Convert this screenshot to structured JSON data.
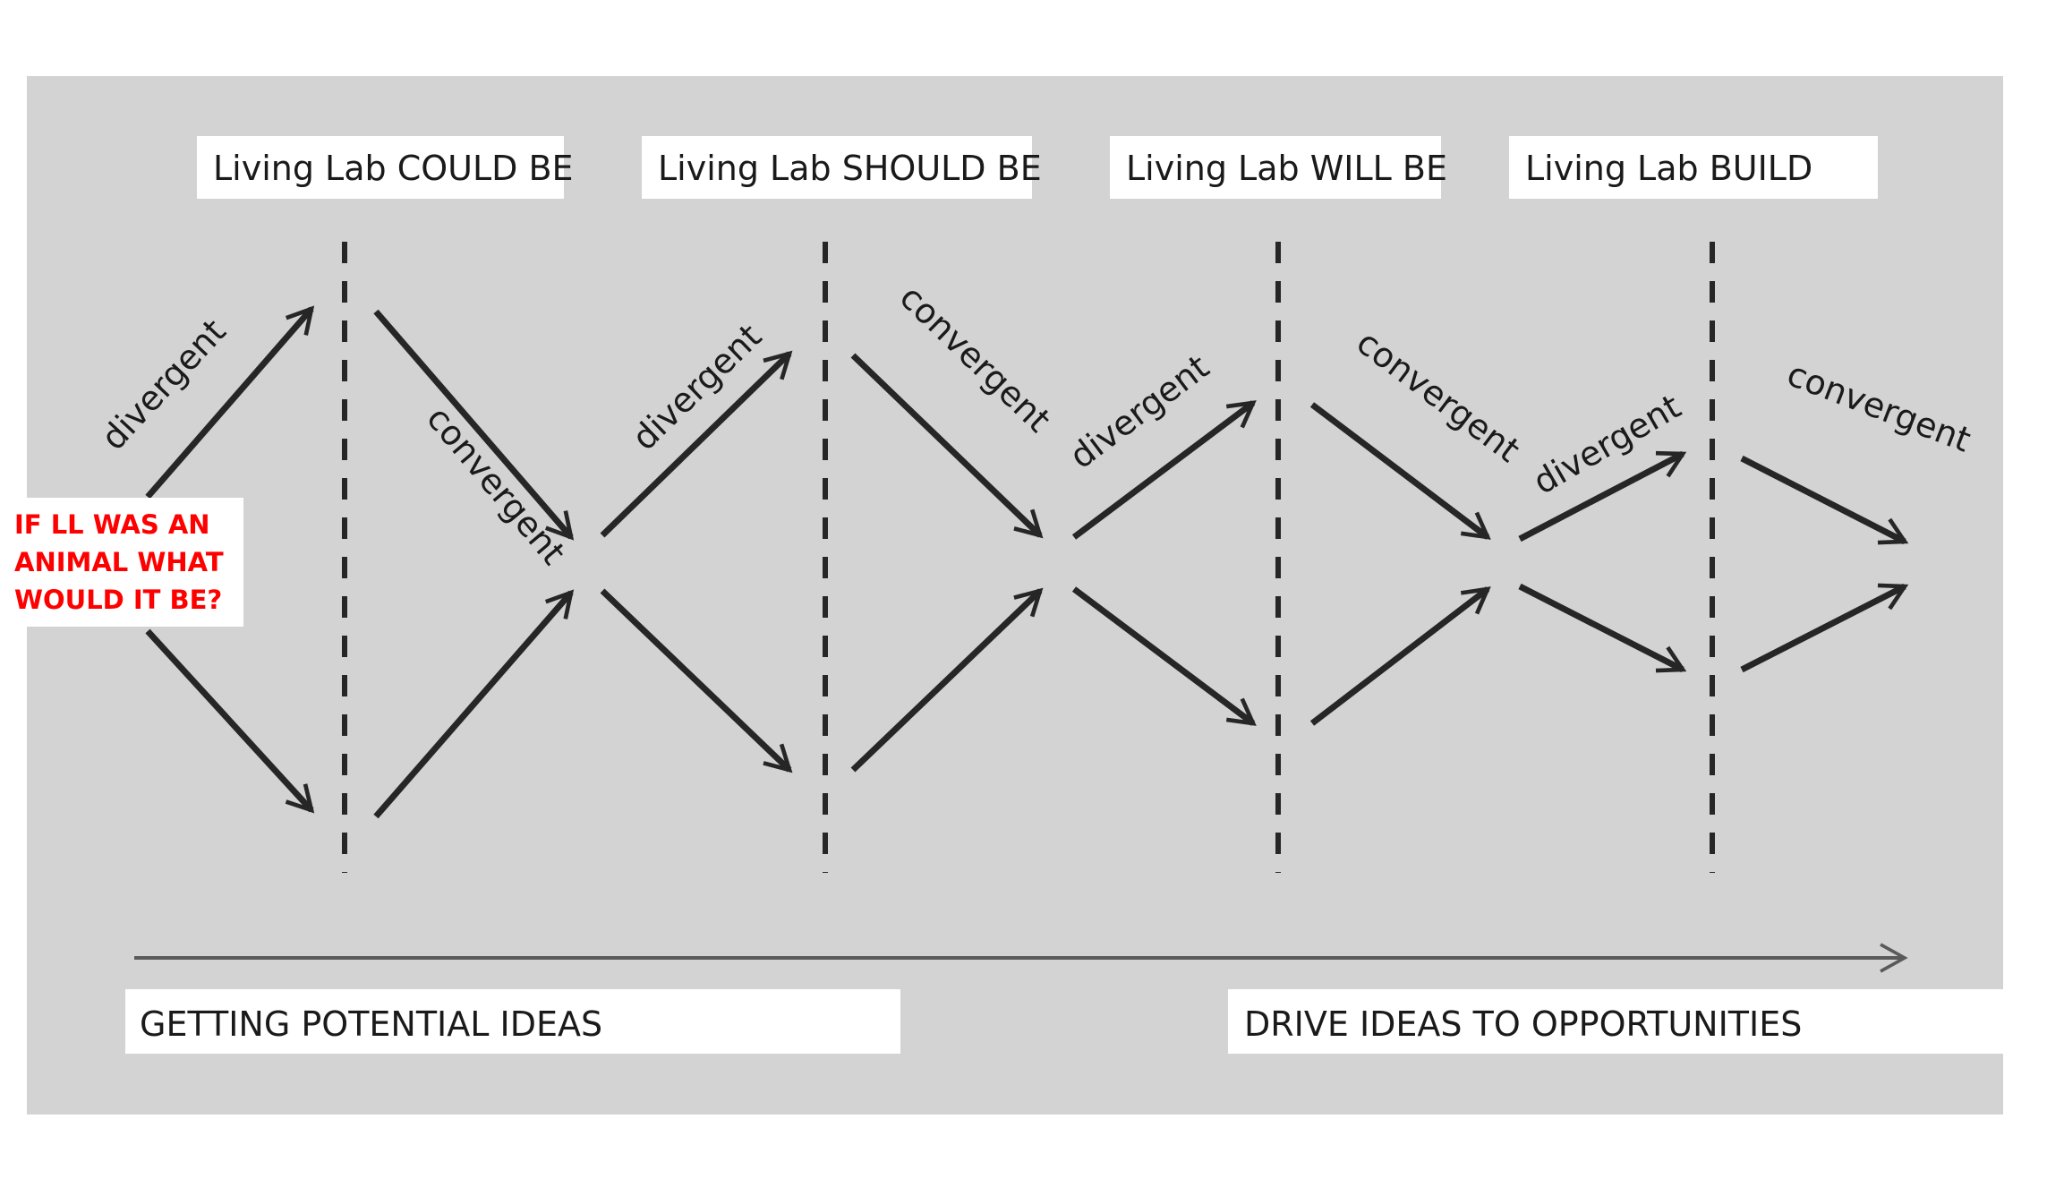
{
  "stages": [
    {
      "title": "Living Lab COULD BE"
    },
    {
      "title": "Living Lab SHOULD BE"
    },
    {
      "title": "Living Lab WILL BE"
    },
    {
      "title": "Living Lab BUILD"
    }
  ],
  "divergent_label": "divergent",
  "convergent_label": "convergent",
  "question": {
    "lines": [
      "IF LL WAS AN",
      "ANIMAL WHAT",
      "WOULD IT BE?"
    ]
  },
  "bottom": {
    "left_label": "GETTING POTENTIAL IDEAS",
    "right_label": "DRIVE IDEAS TO OPPORTUNITIES"
  },
  "colors": {
    "panel": "#d3d3d3",
    "arrow": "#262626",
    "question_text": "#ff0000",
    "timeline": "#5a5a5a"
  }
}
